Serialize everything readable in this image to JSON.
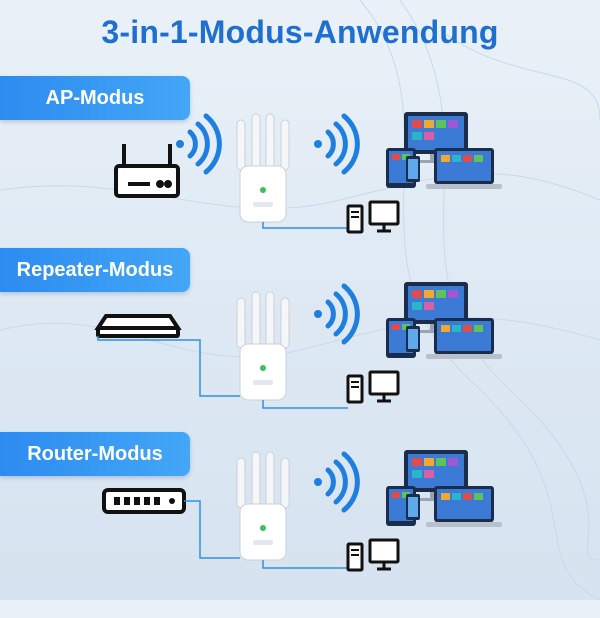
{
  "title": "3-in-1-Modus-Anwendung",
  "modes": [
    {
      "label": "AP-Modus",
      "source_device": "router-icon"
    },
    {
      "label": "Repeater-Modus",
      "source_device": "access-point-icon"
    },
    {
      "label": "Router-Modus",
      "source_device": "modem-icon"
    }
  ],
  "colors": {
    "title": "#1f6fd1",
    "label_bg": "#2d8cf0",
    "wifi": "#1e7fe0",
    "cable": "#2e90e8",
    "device_stroke": "#111111"
  }
}
